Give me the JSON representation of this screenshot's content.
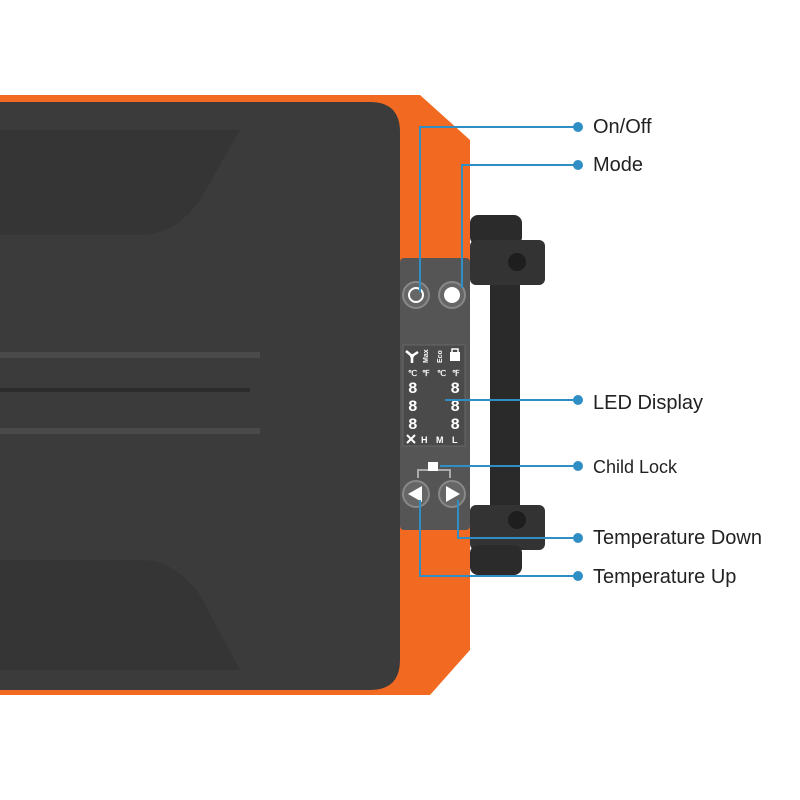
{
  "colors": {
    "shell": "#f26a21",
    "body": "#3a3a3a",
    "panel": "#555555",
    "leader": "#2f8fc4"
  },
  "callouts": [
    {
      "id": "on-off",
      "label": "On/Off",
      "icon": "power-icon"
    },
    {
      "id": "mode",
      "label": "Mode",
      "icon": "gear-icon"
    },
    {
      "id": "led-display",
      "label": "LED Display"
    },
    {
      "id": "child-lock",
      "label": "Child Lock",
      "icon": "lock-icon"
    },
    {
      "id": "temperature-down",
      "label": "Temperature Down",
      "icon": "arrow-right-icon"
    },
    {
      "id": "temperature-up",
      "label": "Temperature Up",
      "icon": "arrow-left-icon"
    }
  ],
  "display": {
    "digits_top": "88",
    "digits_mid": "88",
    "digits_bot": "88",
    "tags": [
      "Max",
      "Eco"
    ],
    "units": [
      "℃",
      "℉",
      "℃",
      "℉"
    ],
    "levels": [
      "H",
      "M",
      "L"
    ]
  }
}
